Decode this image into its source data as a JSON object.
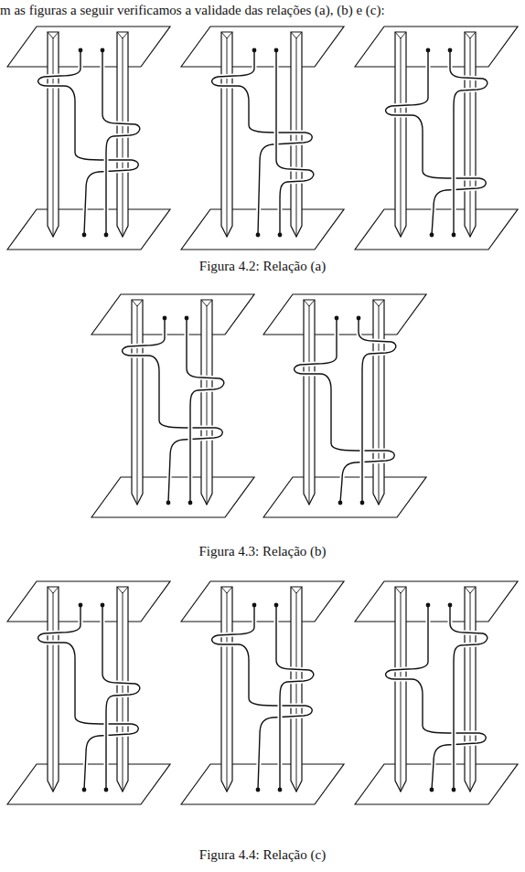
{
  "diagram": {
    "labels": [
      "m as figuras a seguir verificamos a validade das relações (a), (b) e (c):",
      "Figura 4.2: Relação (a)",
      "Figura 4.3: Relação (b)",
      "Figura 4.4: Relação (c)"
    ]
  }
}
